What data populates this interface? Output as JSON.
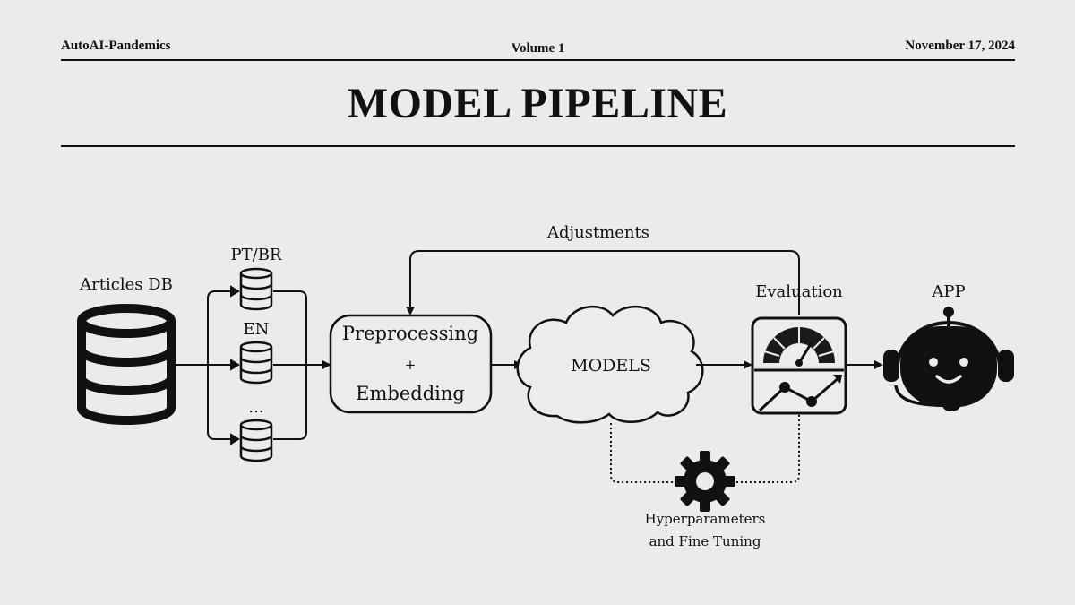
{
  "header": {
    "left": "AutoAI-Pandemics",
    "center": "Volume 1",
    "right": "November 17, 2024",
    "title": "MODEL PIPELINE"
  },
  "diagram": {
    "articles_db": "Articles DB",
    "lang_pt": "PT/BR",
    "lang_en": "EN",
    "lang_more": "...",
    "preprocessing": "Preprocessing",
    "plus": "+",
    "embedding": "Embedding",
    "models": "MODELS",
    "evaluation": "Evaluation",
    "app": "APP",
    "adjustments": "Adjustments",
    "hyper_line1": "Hyperparameters",
    "hyper_line2": "and Fine Tuning"
  },
  "icons": {
    "database": "database-icon",
    "small_database": "small-database-icon",
    "cloud": "cloud-icon",
    "gauge": "gauge-chart-icon",
    "gear": "gear-icon",
    "robot": "robot-headset-icon"
  },
  "colors": {
    "background": "#ebebea",
    "ink": "#111111",
    "box_fill": "#ececec"
  }
}
